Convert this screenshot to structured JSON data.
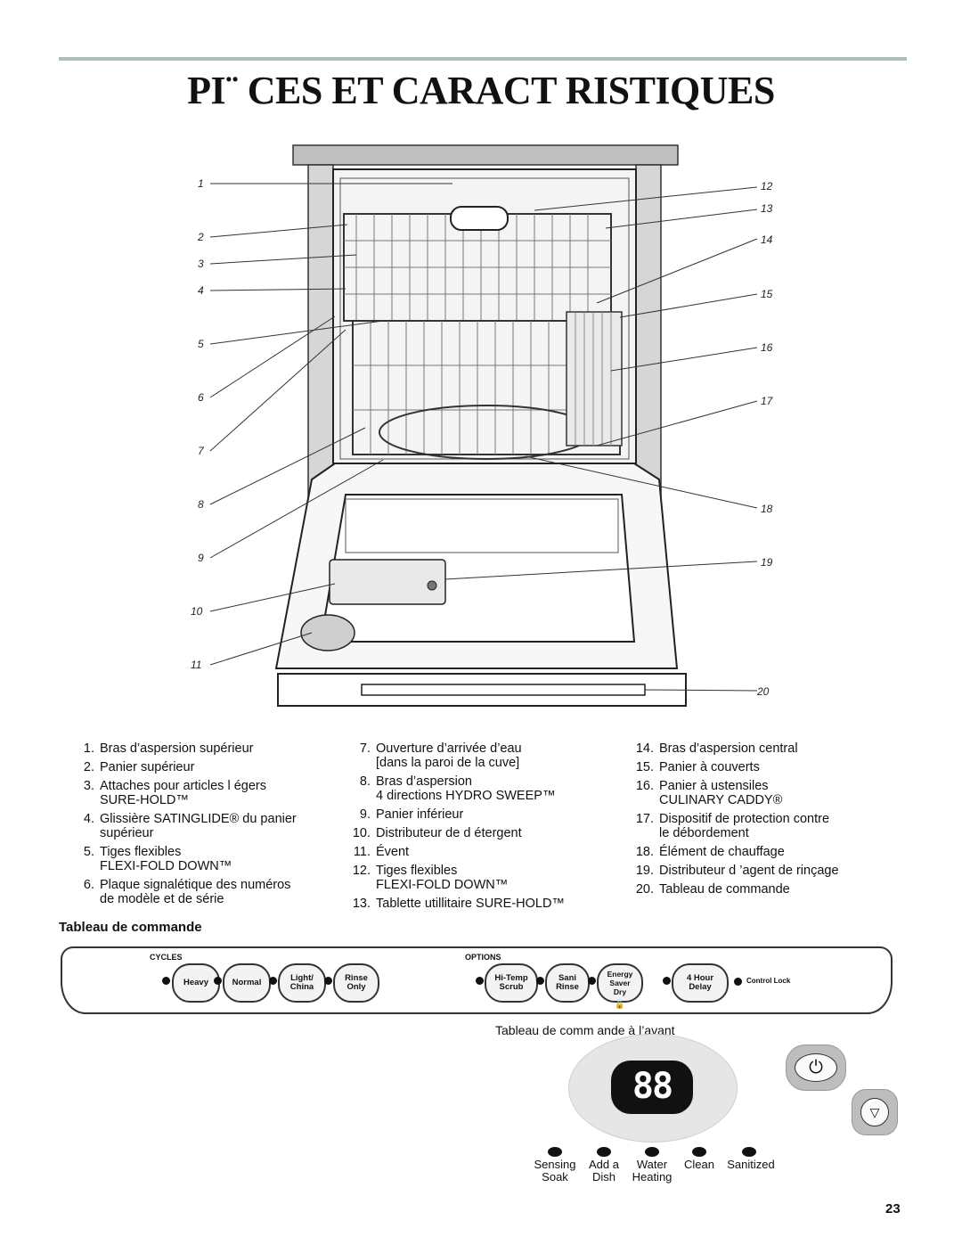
{
  "page_title": "PI¨ CES ET CARACT  RISTIQUES",
  "callouts_left": [
    "1",
    "2",
    "3",
    "4",
    "5",
    "6",
    "7",
    "8",
    "9",
    "10",
    "11"
  ],
  "callouts_right": [
    "12",
    "13",
    "14",
    "15",
    "16",
    "17",
    "18",
    "19",
    "20"
  ],
  "legend": {
    "col1": [
      {
        "n": "1.",
        "t": "Bras d’aspersion supérieur"
      },
      {
        "n": "2.",
        "t": "Panier supérieur"
      },
      {
        "n": "3.",
        "t": "Attaches pour articles l égers\nSURE-HOLD™"
      },
      {
        "n": "4.",
        "t": "Glissière SATINGLIDE® du panier\nsupérieur"
      },
      {
        "n": "5.",
        "t": "Tiges flexibles\nFLEXI-FOLD DOWN™"
      },
      {
        "n": "6.",
        "t": "Plaque signalétique des numéros\nde modèle et de série"
      }
    ],
    "col2": [
      {
        "n": "7.",
        "t": "Ouverture d’arrivée d’eau\n[dans la paroi de la cuve]"
      },
      {
        "n": "8.",
        "t": "Bras d’aspersion\n4 directions HYDRO SWEEP™"
      },
      {
        "n": "9.",
        "t": "Panier inférieur"
      },
      {
        "n": "10.",
        "t": "Distributeur de d étergent"
      },
      {
        "n": "11.",
        "t": "Évent"
      },
      {
        "n": "12.",
        "t": "Tiges flexibles\nFLEXI-FOLD DOWN™"
      },
      {
        "n": "13.",
        "t": "Tablette utillitaire SURE-HOLD™"
      }
    ],
    "col3": [
      {
        "n": "14.",
        "t": "Bras d’aspersion central"
      },
      {
        "n": "15.",
        "t": "Panier à couverts"
      },
      {
        "n": "16.",
        "t": "Panier à ustensiles\nCULINARY CADDY®"
      },
      {
        "n": "17.",
        "t": "Dispositif de protection contre\nle débordement"
      },
      {
        "n": "18.",
        "t": "Élément de chauffage"
      },
      {
        "n": "19.",
        "t": "Distributeur d ’agent de rinçage"
      },
      {
        "n": "20.",
        "t": "Tableau de commande"
      }
    ]
  },
  "control_section_title": "Tableau de commande",
  "control_panel": {
    "cycles_label": "CYCLES",
    "options_label": "OPTIONS",
    "cycle_buttons": [
      "Heavy",
      "Normal",
      "Light/\nChina",
      "Rinse\nOnly"
    ],
    "option_buttons": [
      "Hi-Temp\nScrub",
      "Sani\nRinse",
      "Energy\nSaver\nDry",
      "4 Hour\nDelay"
    ],
    "control_lock": "Control Lock"
  },
  "front_panel": {
    "caption": "Tableau de comm  ande à l’avant",
    "display": "88",
    "indicators": [
      "Sensing\nSoak",
      "Add a\nDish",
      "Water\nHeating",
      "Clean",
      "Sanitized"
    ]
  },
  "page_number": "23"
}
